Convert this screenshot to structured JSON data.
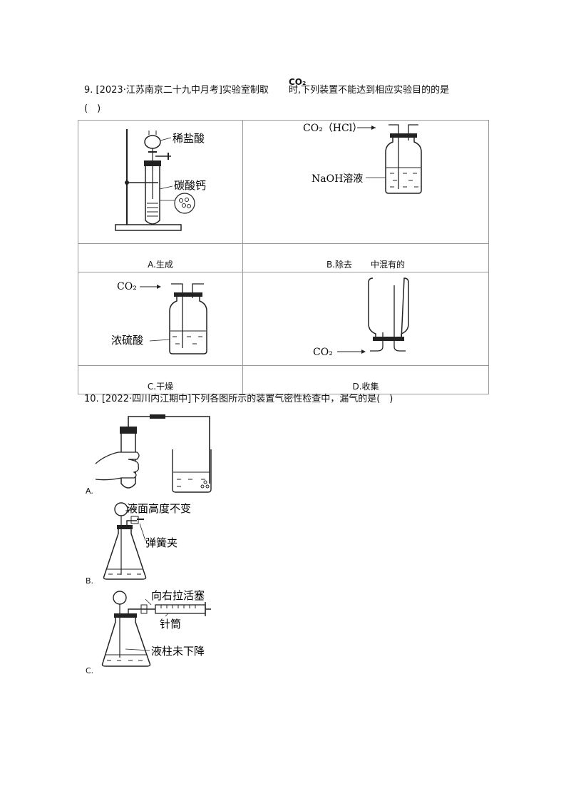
{
  "q9": {
    "number": "9.",
    "source": "[2023·江苏南京二十九中月考]",
    "stem_before": "实验室制取",
    "formula": "CO₂",
    "stem_after": "时,下列装置不能达到相应实验目的的是",
    "answer_blank": "(　)",
    "options": [
      {
        "caption": "A.生成",
        "labels": [
          "稀盐酸",
          "碳酸钙"
        ]
      },
      {
        "caption": "B.除去",
        "caption_tail": "中混有的",
        "labels": [
          "CO₂（HCl）",
          "NaOH溶液"
        ]
      },
      {
        "caption": "C.干燥",
        "labels": [
          "CO₂",
          "浓硫酸"
        ]
      },
      {
        "caption": "D.收集",
        "labels": [
          "CO₂"
        ]
      }
    ]
  },
  "q10": {
    "number": "10.",
    "source": "[2022·四川内江期中]",
    "stem": "下列各图所示的装置气密性检查中，漏气的是(　)",
    "options": [
      {
        "letter": "A.",
        "labels": []
      },
      {
        "letter": "B.",
        "labels": [
          "液面高度不变",
          "弹簧夹"
        ]
      },
      {
        "letter": "C.",
        "labels": [
          "向右拉活塞",
          "针筒",
          "液柱未下降"
        ]
      }
    ]
  }
}
